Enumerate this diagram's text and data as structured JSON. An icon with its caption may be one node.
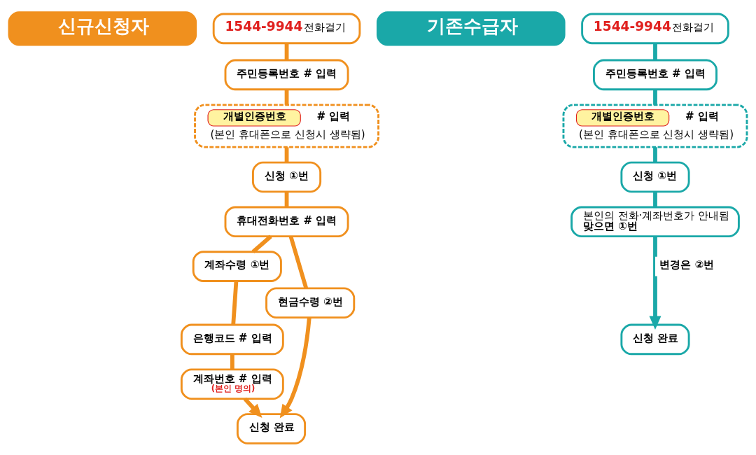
{
  "diagram": {
    "nodes": [
      {
        "text": [
          "신규신청자"
        ]
      },
      {
        "text": [
          "1544-9944",
          "전화걸기"
        ]
      },
      {
        "text": [
          "주민등록번호 # 입력"
        ]
      },
      {
        "text": [
          "개별인증번호",
          "# 입력",
          "(본인 휴대폰으로 신청시 생략됨)"
        ]
      },
      {
        "text": [
          "신청 ①번"
        ]
      },
      {
        "text": [
          "휴대전화번호 # 입력"
        ]
      },
      {
        "text": [
          "계좌수령 ①번"
        ]
      },
      {
        "text": [
          "현금수령 ②번"
        ]
      },
      {
        "text": [
          "은행코드 # 입력"
        ]
      },
      {
        "text": [
          "계좌번호 # 입력",
          "(본인 명의)"
        ]
      },
      {
        "text": [
          "신청 완료"
        ]
      },
      {
        "text": [
          "기존수급자"
        ]
      },
      {
        "text": [
          "1544-9944",
          "전화걸기"
        ]
      },
      {
        "text": [
          "주민등록번호 # 입력"
        ]
      },
      {
        "text": [
          "개별인증번호",
          "# 입력",
          "(본인 휴대폰으로 신청시 생략됨)"
        ]
      },
      {
        "text": [
          "신청 ①번"
        ]
      },
      {
        "text": [
          "본인의 전화·계좌번호가 안내됨",
          "맞으면 ①번"
        ]
      },
      {
        "text": [
          "신청 완료"
        ]
      }
    ],
    "edges": [
      {
        "from": 1,
        "to": 2,
        "arrow": "none",
        "color": "#f0901e"
      },
      {
        "from": 2,
        "to": 3,
        "arrow": "none",
        "color": "#f0901e"
      },
      {
        "from": 3,
        "to": 4,
        "arrow": "none",
        "color": "#f0901e"
      },
      {
        "from": 4,
        "to": 5,
        "arrow": "none",
        "color": "#f0901e"
      },
      {
        "from": 5,
        "to": 6,
        "arrow": "none",
        "color": "#f0901e"
      },
      {
        "from": 5,
        "to": 7,
        "arrow": "none",
        "color": "#f0901e"
      },
      {
        "from": 6,
        "to": 8,
        "arrow": "none",
        "color": "#f0901e"
      },
      {
        "from": 8,
        "to": 9,
        "arrow": "none",
        "color": "#f0901e"
      },
      {
        "from": 9,
        "to": 10,
        "arrow": "to",
        "color": "#f0901e"
      },
      {
        "from": 7,
        "to": 10,
        "arrow": "to",
        "color": "#f0901e"
      },
      {
        "from": 12,
        "to": 13,
        "arrow": "none",
        "color": "#1aa8a8"
      },
      {
        "from": 13,
        "to": 14,
        "arrow": "none",
        "color": "#1aa8a8"
      },
      {
        "from": 14,
        "to": 15,
        "arrow": "none",
        "color": "#1aa8a8"
      },
      {
        "from": 15,
        "to": 16,
        "arrow": "none",
        "color": "#1aa8a8"
      },
      {
        "from": 16,
        "to": 17,
        "arrow": "to",
        "label": "변경은 ②번",
        "color": "#1aa8a8"
      }
    ]
  }
}
